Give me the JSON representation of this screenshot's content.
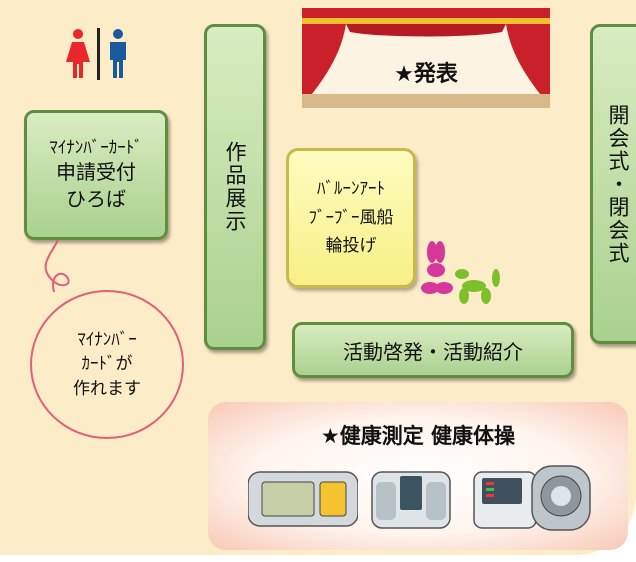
{
  "areas": {
    "mynumber": {
      "line1": "ﾏｲﾅﾝﾊﾞｰｶｰﾄﾞ",
      "line2": "申請受付",
      "line3": "ひろば"
    },
    "works": "作品展示",
    "opening": "開会式・閉会式",
    "balloon": {
      "line1": "ﾊﾞﾙｰﾝｱｰﾄ",
      "line2": "ﾌﾞｰﾌﾞｰ風船",
      "line3": "輪投げ"
    },
    "stage": "★発表",
    "activity": "活動啓発・活動紹介",
    "health": "★健康測定 健康体操"
  },
  "callout": {
    "line1": "ﾏｲﾅﾝﾊﾞｰ",
    "line2": "ｶｰﾄﾞが",
    "line3": "作れます"
  },
  "icons": [
    "restroom-icon",
    "stage-curtain-icon",
    "balloon-animal-icon",
    "wrist-blood-pressure-monitor-icon",
    "body-composition-scale-icon",
    "blood-pressure-monitor-icon"
  ]
}
